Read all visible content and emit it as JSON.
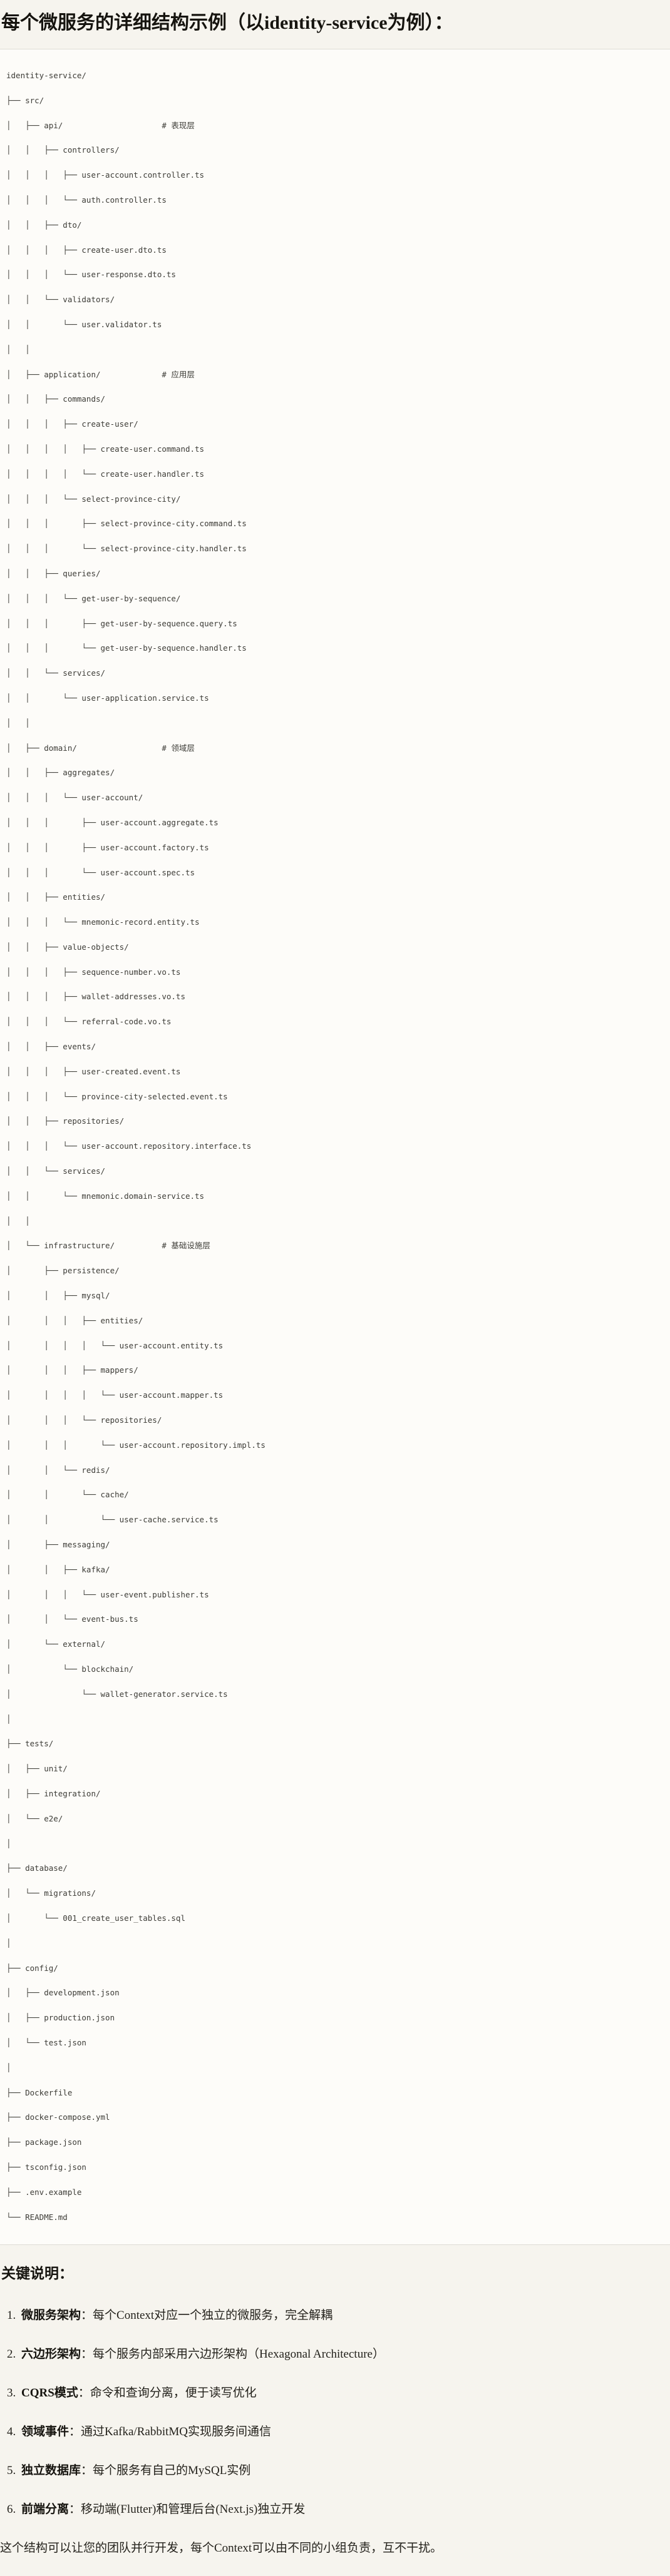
{
  "page": {
    "title": "每个微服务的详细结构示例（以identity-service为例）："
  },
  "colors": {
    "page_bg": "#f6f4ee",
    "code_bg": "#fdfcf9",
    "code_border": "#dedcd5",
    "code_text": "#3d3c37",
    "body_text": "#24221c"
  },
  "code_block": {
    "layer_comments": [
      "# 表现层",
      "# 应用层",
      "# 领域层",
      "# 基础设施层"
    ],
    "lines": [
      "identity-service/",
      "├── src/",
      "│   ├── api/                     # 表现层",
      "│   │   ├── controllers/",
      "│   │   │   ├── user-account.controller.ts",
      "│   │   │   └── auth.controller.ts",
      "│   │   ├── dto/",
      "│   │   │   ├── create-user.dto.ts",
      "│   │   │   └── user-response.dto.ts",
      "│   │   └── validators/",
      "│   │       └── user.validator.ts",
      "│   │",
      "│   ├── application/             # 应用层",
      "│   │   ├── commands/",
      "│   │   │   ├── create-user/",
      "│   │   │   │   ├── create-user.command.ts",
      "│   │   │   │   └── create-user.handler.ts",
      "│   │   │   └── select-province-city/",
      "│   │   │       ├── select-province-city.command.ts",
      "│   │   │       └── select-province-city.handler.ts",
      "│   │   ├── queries/",
      "│   │   │   └── get-user-by-sequence/",
      "│   │   │       ├── get-user-by-sequence.query.ts",
      "│   │   │       └── get-user-by-sequence.handler.ts",
      "│   │   └── services/",
      "│   │       └── user-application.service.ts",
      "│   │",
      "│   ├── domain/                  # 领域层",
      "│   │   ├── aggregates/",
      "│   │   │   └── user-account/",
      "│   │   │       ├── user-account.aggregate.ts",
      "│   │   │       ├── user-account.factory.ts",
      "│   │   │       └── user-account.spec.ts",
      "│   │   ├── entities/",
      "│   │   │   └── mnemonic-record.entity.ts",
      "│   │   ├── value-objects/",
      "│   │   │   ├── sequence-number.vo.ts",
      "│   │   │   ├── wallet-addresses.vo.ts",
      "│   │   │   └── referral-code.vo.ts",
      "│   │   ├── events/",
      "│   │   │   ├── user-created.event.ts",
      "│   │   │   └── province-city-selected.event.ts",
      "│   │   ├── repositories/",
      "│   │   │   └── user-account.repository.interface.ts",
      "│   │   └── services/",
      "│   │       └── mnemonic.domain-service.ts",
      "│   │",
      "│   └── infrastructure/          # 基础设施层",
      "│       ├── persistence/",
      "│       │   ├── mysql/",
      "│       │   │   ├── entities/",
      "│       │   │   │   └── user-account.entity.ts",
      "│       │   │   ├── mappers/",
      "│       │   │   │   └── user-account.mapper.ts",
      "│       │   │   └── repositories/",
      "│       │   │       └── user-account.repository.impl.ts",
      "│       │   └── redis/",
      "│       │       └── cache/",
      "│       │           └── user-cache.service.ts",
      "│       ├── messaging/",
      "│       │   ├── kafka/",
      "│       │   │   └── user-event.publisher.ts",
      "│       │   └── event-bus.ts",
      "│       └── external/",
      "│           └── blockchain/",
      "│               └── wallet-generator.service.ts",
      "│",
      "├── tests/",
      "│   ├── unit/",
      "│   ├── integration/",
      "│   └── e2e/",
      "│",
      "├── database/",
      "│   └── migrations/",
      "│       └── 001_create_user_tables.sql",
      "│",
      "├── config/",
      "│   ├── development.json",
      "│   ├── production.json",
      "│   └── test.json",
      "│",
      "├── Dockerfile",
      "├── docker-compose.yml",
      "├── package.json",
      "├── tsconfig.json",
      "├── .env.example",
      "└── README.md"
    ]
  },
  "notes": {
    "heading": "关键说明：",
    "items": [
      {
        "label": "微服务架构",
        "text": "：每个Context对应一个独立的微服务，完全解耦"
      },
      {
        "label": "六边形架构",
        "text": "：每个服务内部采用六边形架构（Hexagonal Architecture）"
      },
      {
        "label": "CQRS模式",
        "text": "：命令和查询分离，便于读写优化"
      },
      {
        "label": "领域事件",
        "text": "：通过Kafka/RabbitMQ实现服务间通信"
      },
      {
        "label": "独立数据库",
        "text": "：每个服务有自己的MySQL实例"
      },
      {
        "label": "前端分离",
        "text": "：移动端(Flutter)和管理后台(Next.js)独立开发"
      }
    ],
    "footer": "这个结构可以让您的团队并行开发，每个Context可以由不同的小组负责，互不干扰。"
  }
}
